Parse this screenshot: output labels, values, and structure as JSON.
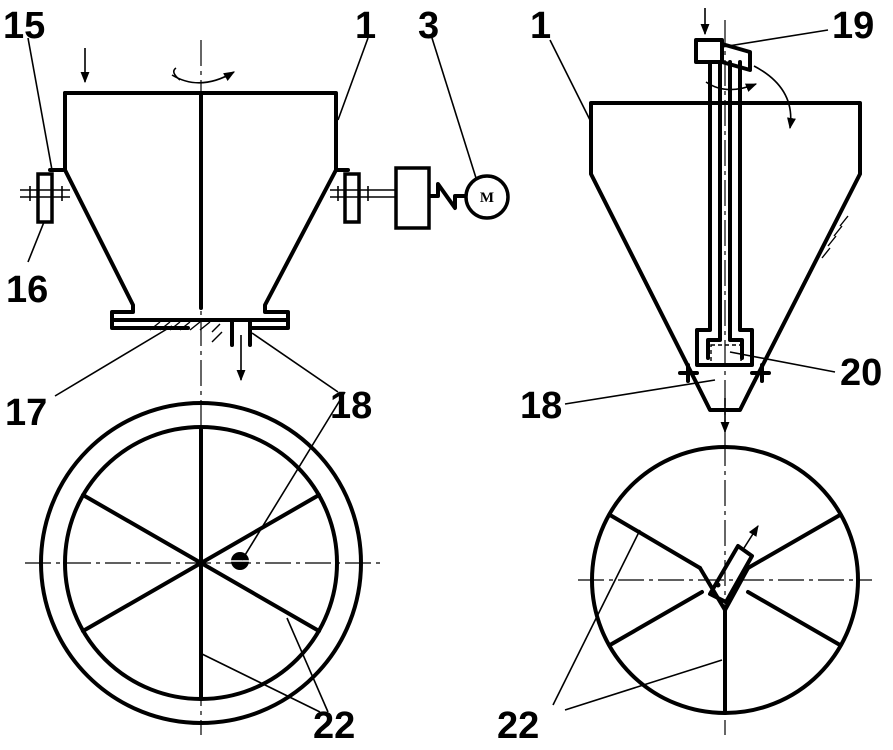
{
  "labels": {
    "l15": "15",
    "l1a": "1",
    "l3": "3",
    "l16": "16",
    "l17": "17",
    "l18a": "18",
    "l22a": "22",
    "l1b": "1",
    "l19": "19",
    "l20": "20",
    "l18b": "18",
    "l22b": "22"
  },
  "motor_letter": "M",
  "colors": {
    "ink": "#000000",
    "paper": "#ffffff"
  }
}
